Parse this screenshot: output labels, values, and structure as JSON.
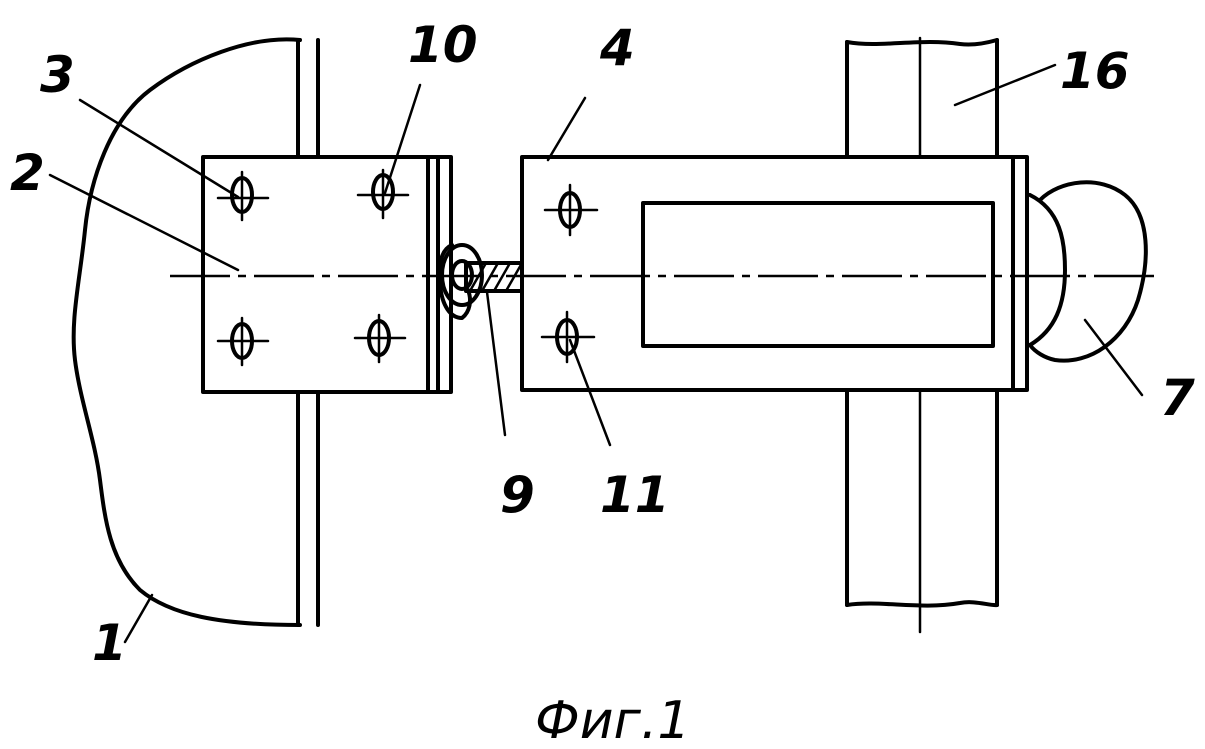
{
  "labels": {
    "l1": "1",
    "l2": "2",
    "l3": "3",
    "l4": "4",
    "l7": "7",
    "l9": "9",
    "l10": "10",
    "l11": "11",
    "l16": "16"
  },
  "caption": "Фиг.1"
}
